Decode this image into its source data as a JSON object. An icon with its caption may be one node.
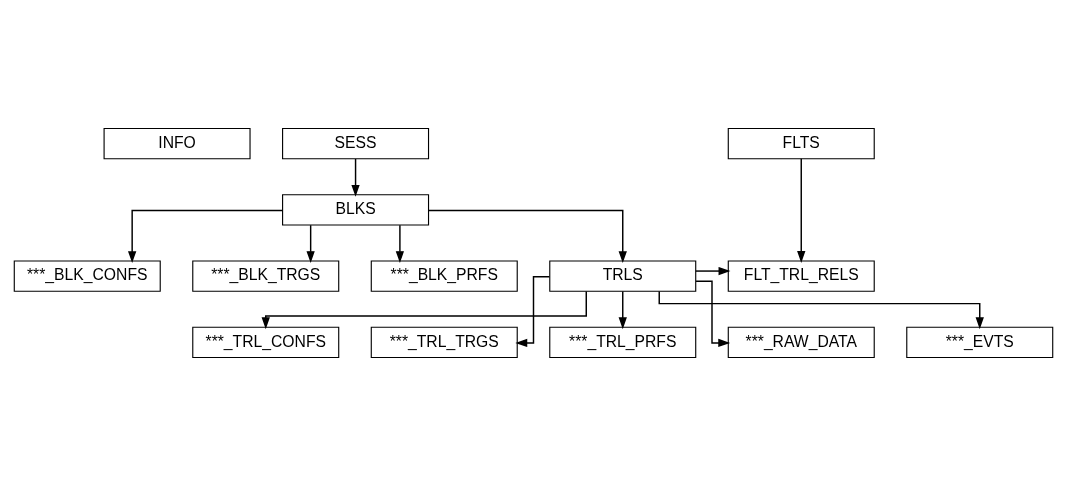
{
  "diagram": {
    "nodes": [
      {
        "text": [
          "INFO"
        ]
      },
      {
        "text": [
          "SESS"
        ]
      },
      {
        "text": [
          "FLTS"
        ]
      },
      {
        "text": [
          "BLKS"
        ]
      },
      {
        "text": [
          "***_BLK_CONFS"
        ]
      },
      {
        "text": [
          "***_BLK_TRGS"
        ]
      },
      {
        "text": [
          "***_BLK_PRFS"
        ]
      },
      {
        "text": [
          "TRLS"
        ]
      },
      {
        "text": [
          "FLT_TRL_RELS"
        ]
      },
      {
        "text": [
          "***_TRL_CONFS"
        ]
      },
      {
        "text": [
          "***_TRL_TRGS"
        ]
      },
      {
        "text": [
          "***_TRL_PRFS"
        ]
      },
      {
        "text": [
          "***_RAW_DATA"
        ]
      },
      {
        "text": [
          "***_EVTS"
        ]
      }
    ],
    "edges": [
      {
        "from": 1,
        "to": 3,
        "arrow": "to"
      },
      {
        "from": 3,
        "to": 4,
        "arrow": "to"
      },
      {
        "from": 3,
        "to": 5,
        "arrow": "to"
      },
      {
        "from": 3,
        "to": 6,
        "arrow": "to"
      },
      {
        "from": 3,
        "to": 7,
        "arrow": "to"
      },
      {
        "from": 2,
        "to": 8,
        "arrow": "to"
      },
      {
        "from": 7,
        "to": 8,
        "arrow": "to"
      },
      {
        "from": 7,
        "to": 9,
        "arrow": "to"
      },
      {
        "from": 7,
        "to": 10,
        "arrow": "to"
      },
      {
        "from": 7,
        "to": 11,
        "arrow": "to"
      },
      {
        "from": 7,
        "to": 12,
        "arrow": "to"
      },
      {
        "from": 7,
        "to": 13,
        "arrow": "to"
      }
    ]
  }
}
